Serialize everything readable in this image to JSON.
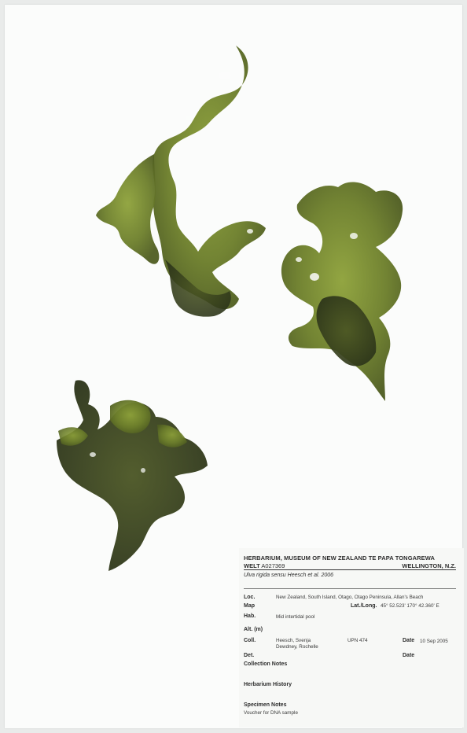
{
  "header": {
    "institution": "HERBARIUM, MUSEUM OF NEW ZEALAND TE PAPA TONGAREWA",
    "collection_code": "WELT",
    "accession": "A027369",
    "city": "WELLINGTON, N.Z."
  },
  "taxon": "Ulva rigida sensu Heesch et al. 2006",
  "fields": {
    "loc_label": "Loc.",
    "loc_value": "New Zealand, South Island, Otago, Otago Peninsula, Allan's Beach",
    "map_label": "Map",
    "latlong_label": "Lat./Long.",
    "latlong_value": "45° 52.523'   170° 42.360' E",
    "hab_label": "Hab.",
    "hab_value": "Mid intertidal pool",
    "alt_label": "Alt. (m)",
    "coll_label": "Coll.",
    "coll_value_1": "Heesch, Svenja",
    "coll_value_2": "Dewdney, Rochelle",
    "upn_value": "UPN 474",
    "date_label": "Date",
    "date_value": "10 Sep 2005",
    "det_label": "Det.",
    "det_date_label": "Date",
    "collection_notes_label": "Collection Notes",
    "herbarium_history_label": "Herbarium History",
    "specimen_notes_label": "Specimen Notes",
    "specimen_notes_value": "Voucher for DNA sample"
  },
  "colors": {
    "algae_dark": "#2f3a1c",
    "algae_mid": "#5f7327",
    "algae_light": "#8fa13a",
    "paper": "#fbfcfb"
  }
}
